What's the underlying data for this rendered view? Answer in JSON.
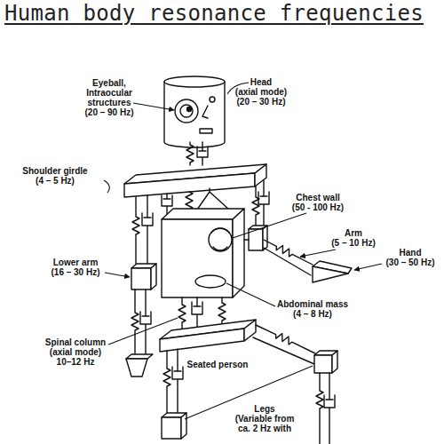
{
  "diagram": {
    "title": "Human body resonance frequencies",
    "labels": [
      "Eyeball, Intraocular structures",
      "(20 – 90 Hz)",
      "Head",
      "(axial mode)",
      "(20 – 30 Hz)",
      "Shoulder girdle",
      "(4 – 5 Hz)",
      "Chest wall",
      "(50 - 100 Hz)",
      "Arm",
      "(5 – 10 Hz)",
      "Hand",
      "(30 – 50 Hz)",
      "Lower arm",
      "(16 – 30 Hz)",
      "Abdominal mass",
      "(4 – 8 Hz)",
      "Spinal column",
      "(axial mode)",
      "10–12 Hz",
      "Seated person",
      "Legs",
      "(Variable from ca. 2 Hz with"
    ]
  }
}
